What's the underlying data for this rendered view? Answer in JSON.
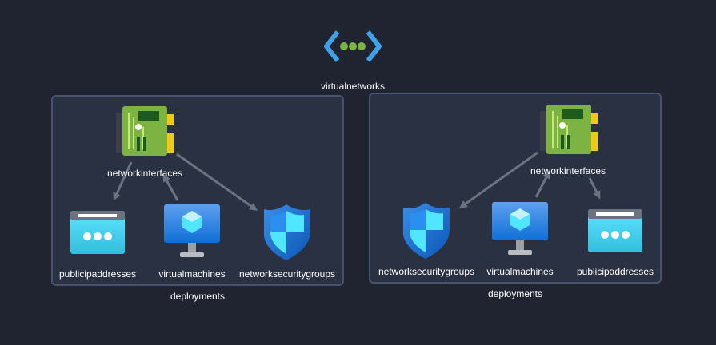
{
  "root": {
    "label": "virtualnetworks"
  },
  "groups": [
    {
      "label": "deployments",
      "nodes": {
        "nic": "networkinterfaces",
        "pip": "publicipaddresses",
        "vm": "virtualmachines",
        "nsg": "networksecuritygroups"
      }
    },
    {
      "label": "deployments",
      "nodes": {
        "nic": "networkinterfaces",
        "nsg": "networksecuritygroups",
        "vm": "virtualmachines",
        "pip": "publicipaddresses"
      }
    }
  ],
  "colors": {
    "background": "#1f2430",
    "group_fill": "#2a3142",
    "group_border": "#47526f",
    "edge": "#6b7280",
    "vnet_blue": "#3da1e6",
    "vnet_dot": "#7cb342",
    "nic_green": "#7cb342",
    "azure_blue": "#1f7ee0",
    "cyan": "#50e6ff"
  },
  "icons": [
    "virtual-network-icon",
    "network-interface-icon",
    "public-ip-icon",
    "virtual-machine-icon",
    "network-security-group-icon"
  ]
}
